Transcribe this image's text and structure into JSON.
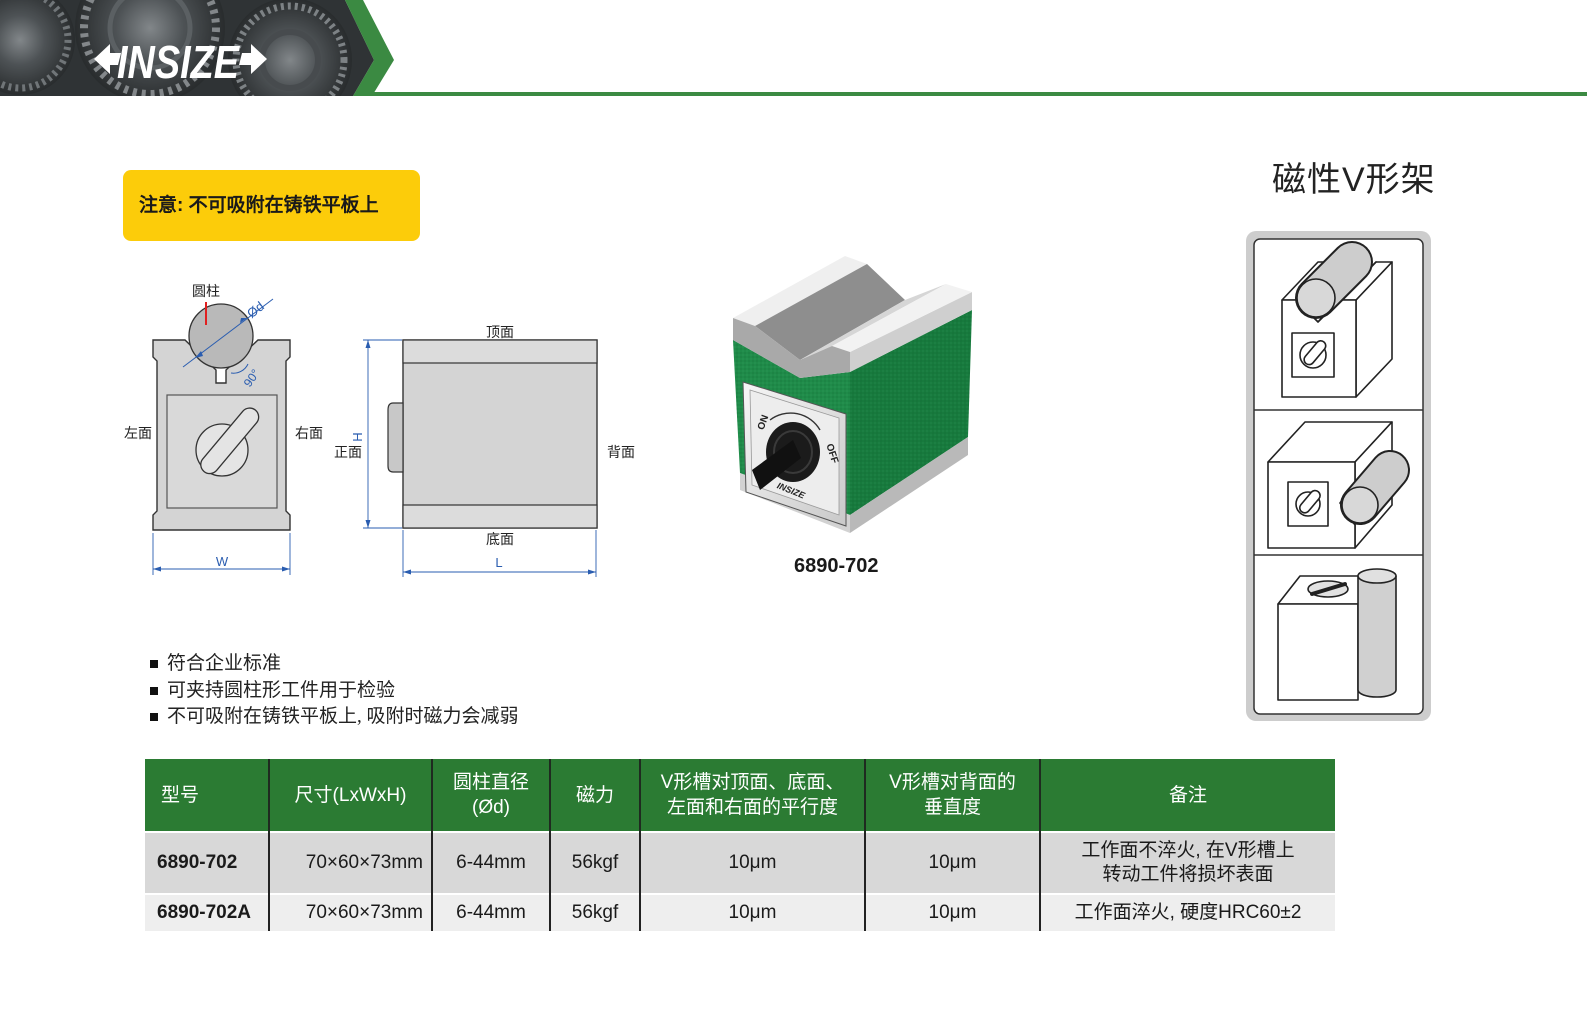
{
  "header": {
    "logo_text": "INSIZE"
  },
  "title": "磁性V形架",
  "notice": "注意: 不可吸附在铸铁平板上",
  "diagram": {
    "front": {
      "cylinder_label": "圆柱",
      "diameter_label": "Ød",
      "angle_label": "90°",
      "left_label": "左面",
      "right_label": "右面",
      "width_label": "W"
    },
    "side": {
      "top_label": "顶面",
      "front_label": "正面",
      "back_label": "背面",
      "bottom_label": "底面",
      "height_label": "H",
      "length_label": "L"
    }
  },
  "product": {
    "model": "6890-702",
    "dial_on": "ON",
    "dial_off": "OFF",
    "dial_brand": "INSIZE"
  },
  "usage_panel": {
    "icons": [
      "cylinder-in-top-groove-icon",
      "cylinder-in-side-groove-icon",
      "cylinder-upright-icon"
    ]
  },
  "features": [
    "符合企业标准",
    "可夹持圆柱形工件用于检验",
    "不可吸附在铸铁平板上, 吸附时磁力会减弱"
  ],
  "table": {
    "headers": [
      [
        "型号"
      ],
      [
        "尺寸(LxWxH)"
      ],
      [
        "圆柱直径",
        "(Ød)"
      ],
      [
        "磁力"
      ],
      [
        "V形槽对顶面、底面、",
        "左面和右面的平行度"
      ],
      [
        "V形槽对背面的",
        "垂直度"
      ],
      [
        "备注"
      ]
    ],
    "rows": [
      {
        "model": "6890-702",
        "size": "70×60×73mm",
        "diameter": "6-44mm",
        "force": "56kgf",
        "parallelism": "10μm",
        "perpendicularity": "10μm",
        "remark": [
          "工作面不淬火, 在V形槽上",
          "转动工件将损坏表面"
        ]
      },
      {
        "model": "6890-702A",
        "size": "70×60×73mm",
        "diameter": "6-44mm",
        "force": "56kgf",
        "parallelism": "10μm",
        "perpendicularity": "10μm",
        "remark": [
          "工作面淬火, 硬度HRC60±2"
        ]
      }
    ]
  },
  "colors": {
    "header_green": "#3b8a42",
    "table_green": "#2b7b33",
    "notice_yellow": "#fccc0a",
    "product_green": "#1f8b49",
    "product_green_dark": "#177a3d",
    "dimension_blue": "#2a5db0"
  }
}
